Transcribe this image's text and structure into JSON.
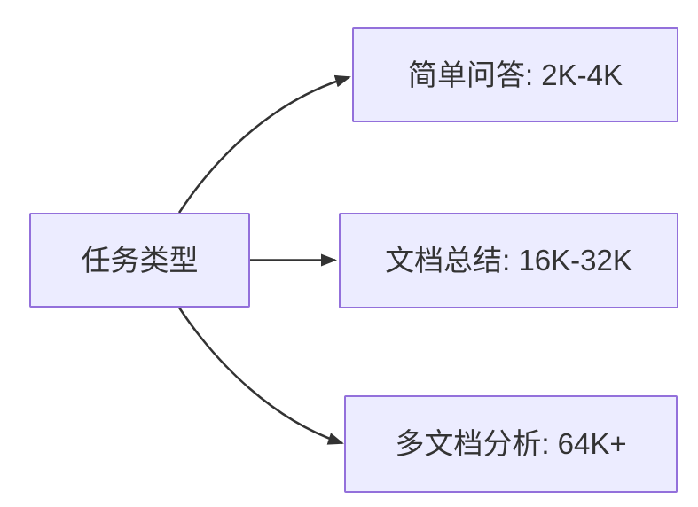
{
  "diagram": {
    "type": "flowchart-lr",
    "nodes": [
      {
        "id": "task-type",
        "label": "任务类型"
      },
      {
        "id": "simple-qa",
        "label": "简单问答: 2K-4K"
      },
      {
        "id": "doc-summary",
        "label": "文档总结: 16K-32K"
      },
      {
        "id": "multi-doc",
        "label": "多文档分析: 64K+"
      }
    ],
    "edges": [
      {
        "from": "task-type",
        "to": "simple-qa"
      },
      {
        "from": "task-type",
        "to": "doc-summary"
      },
      {
        "from": "task-type",
        "to": "multi-doc"
      }
    ]
  },
  "colors": {
    "node_fill": "#ECECFF",
    "node_border": "#9370DB",
    "edge_color": "#333333",
    "text_color": "#333333",
    "background": "#FFFFFF"
  }
}
